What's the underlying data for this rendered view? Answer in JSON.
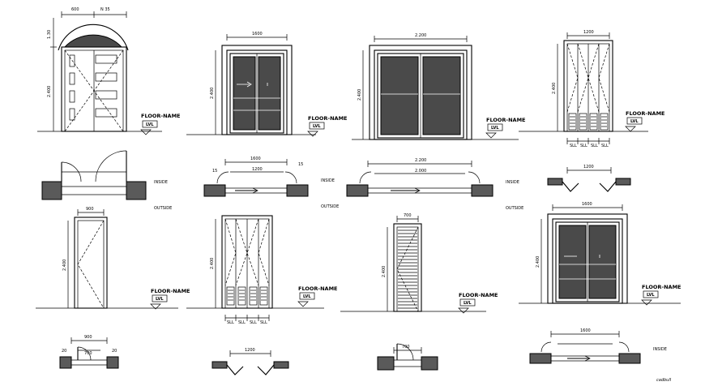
{
  "labels": {
    "floor_name": "FLOOR-NAME",
    "level": "LVL",
    "inside": "INSIDE",
    "outside": "OUTSIDE",
    "logo": "cadbull"
  },
  "dims": {
    "arched_top_left": "600",
    "arched_top_right": "N 35",
    "arched_rise": "1.30",
    "arched_height": "2.400",
    "e2_width": "1600",
    "e2_height": "2.400",
    "e3_width": "2.200",
    "e3_height": "2.400",
    "e4_width": "1200",
    "e4_height": "2.400",
    "p2_outer": "1600",
    "p2_inner": "1200",
    "p2_side_l": "15",
    "p2_side_r": "15",
    "p3_outer": "2.200",
    "p3_inner": "2.000",
    "p4_width": "1200",
    "e5_width": "900",
    "e5_height": "2.400",
    "e6_height": "2.400",
    "e7_width": "700",
    "e7_height": "2.400",
    "e8_width": "1600",
    "e8_height": "2.400",
    "p5_outer": "900",
    "p5_inner": "700",
    "p5_side": "20",
    "p6_width": "1200",
    "p7_width": "700",
    "p8_width": "1600",
    "louvre": "SLL"
  }
}
